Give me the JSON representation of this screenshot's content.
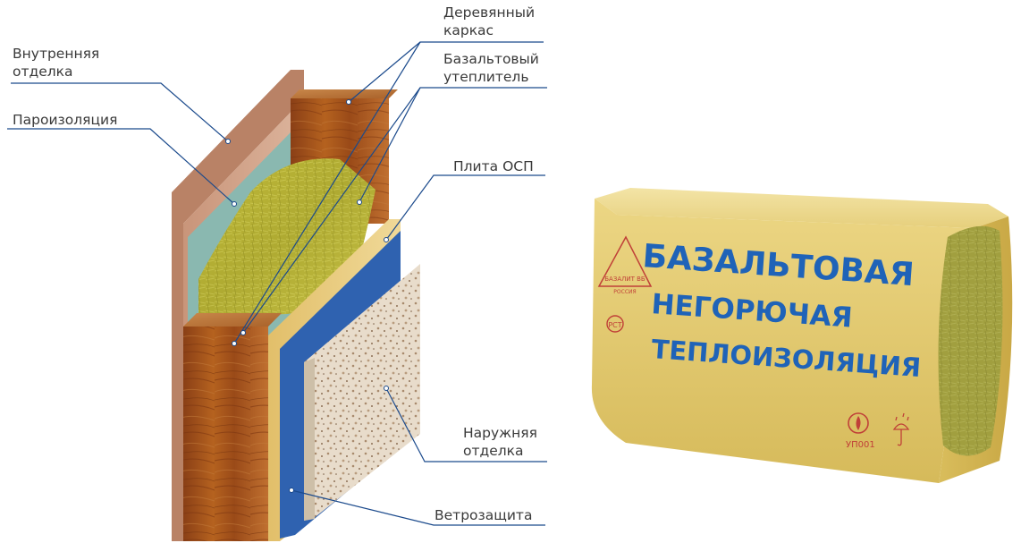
{
  "labels": {
    "inner_finish": [
      "Внутренняя",
      "отделка"
    ],
    "vapor_barrier": "Пароизоляция",
    "wood_frame": [
      "Деревянный",
      "каркас"
    ],
    "basalt_insulation": [
      "Базальтовый",
      "утеплитель"
    ],
    "osb_board": "Плита ОСП",
    "outer_finish": [
      "Наружняя",
      "отделка"
    ],
    "wind_protection": "Ветрозащита"
  },
  "package": {
    "line1": "БАЗАЛЬТОВАЯ",
    "line2": "НЕГОРЮЧАЯ",
    "line3": "ТЕПЛОИЗОЛЯЦИЯ",
    "logo_text": "БАЗАЛИТ ВБ",
    "logo_sub": "РОССИЯ",
    "cert_mark": "РСТ",
    "fire_code": "УП001"
  },
  "colors": {
    "leader_line": "#1b4a8c",
    "package_text": "#1f63b8",
    "package_body": "#e3cc6e",
    "wind_layer": "#2f62b0",
    "vapor_layer": "#7fb0a8"
  }
}
